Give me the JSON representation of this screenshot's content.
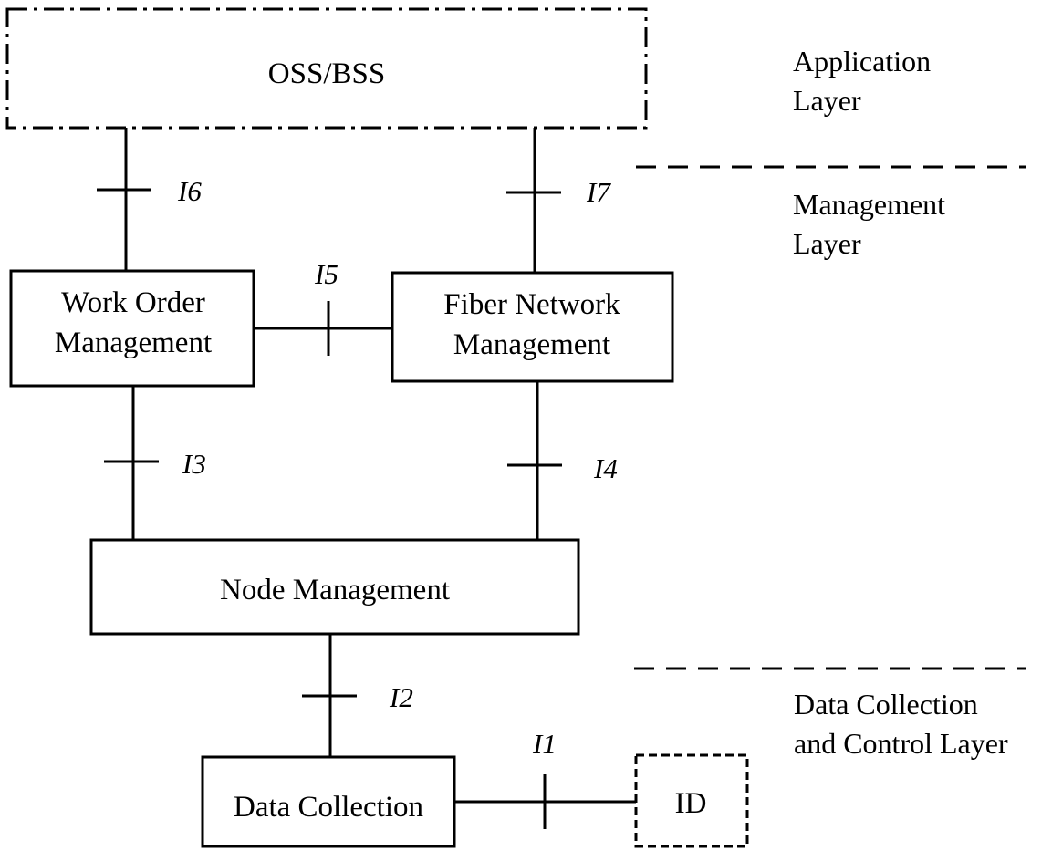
{
  "nodes": {
    "oss_bss": {
      "label": "OSS/BSS"
    },
    "work_order": {
      "line1": "Work Order",
      "line2": "Management"
    },
    "fiber_network": {
      "line1": "Fiber Network",
      "line2": "Management"
    },
    "node_mgmt": {
      "label": "Node Management"
    },
    "data_collection": {
      "label": "Data Collection"
    },
    "id": {
      "label": "ID"
    }
  },
  "interfaces": {
    "i1": "I1",
    "i2": "I2",
    "i3": "I3",
    "i4": "I4",
    "i5": "I5",
    "i6": "I6",
    "i7": "I7"
  },
  "layers": {
    "application": {
      "line1": "Application",
      "line2": "Layer"
    },
    "management": {
      "line1": "Management",
      "line2": "Layer"
    },
    "data_collection": {
      "line1": "Data Collection",
      "line2": "and Control Layer"
    }
  },
  "colors": {
    "stroke": "#000000",
    "background": "#ffffff"
  }
}
